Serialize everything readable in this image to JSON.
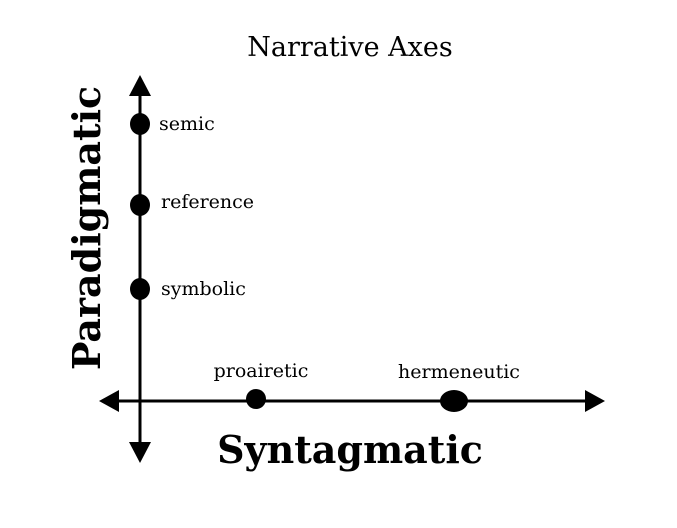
{
  "title": "Narrative Axes",
  "axes": {
    "vertical": {
      "label": "Paradigmatic"
    },
    "horizontal": {
      "label": "Syntagmatic"
    }
  },
  "vertical_points": [
    {
      "label": "semic"
    },
    {
      "label": "reference"
    },
    {
      "label": "symbolic"
    }
  ],
  "horizontal_points": [
    {
      "label": "proairetic"
    },
    {
      "label": "hermeneutic"
    }
  ],
  "colors": {
    "ink": "#000000",
    "background": "#ffffff"
  }
}
